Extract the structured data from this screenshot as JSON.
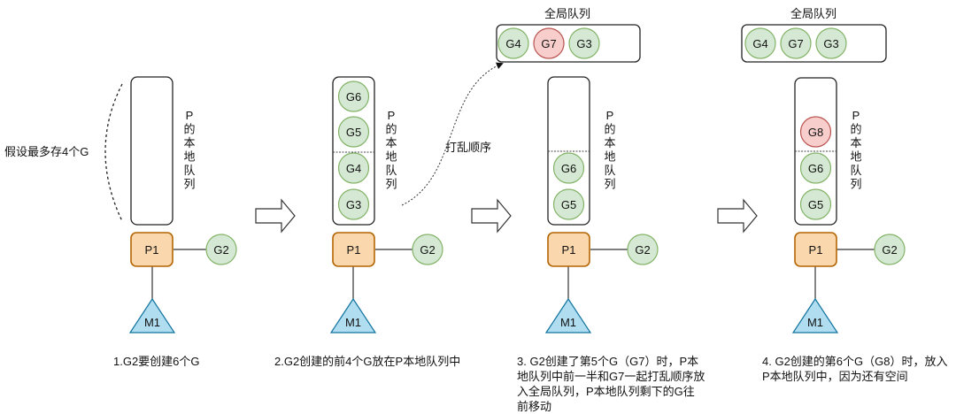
{
  "colors": {
    "g_green_fill": "#d5e8d4",
    "g_green_stroke": "#82b366",
    "g_red_fill": "#f8cecc",
    "g_red_stroke": "#b85450",
    "p_fill": "#fad7ac",
    "p_stroke": "#b46504",
    "m_fill": "#b1ddf0",
    "m_stroke": "#10739e",
    "line": "#333333"
  },
  "labels": {
    "local_queue_vertical": [
      "P",
      "的",
      "本",
      "地",
      "队",
      "列"
    ],
    "global_queue": "全局队列",
    "capacity_note": "假设最多存4个G",
    "shuffle_note": "打乱顺序"
  },
  "panels": [
    {
      "processor": "P1",
      "machine": "M1",
      "running_g": "G2",
      "local_queue": [],
      "global_queue": null,
      "caption": [
        "1.G2要创建6个G"
      ]
    },
    {
      "processor": "P1",
      "machine": "M1",
      "running_g": "G2",
      "local_queue": [
        {
          "label": "G6",
          "state": "normal"
        },
        {
          "label": "G5",
          "state": "normal"
        },
        {
          "label": "G4",
          "state": "normal"
        },
        {
          "label": "G3",
          "state": "normal"
        }
      ],
      "global_queue": null,
      "caption": [
        "2.G2创建的前4个G放在P本地队列中"
      ]
    },
    {
      "processor": "P1",
      "machine": "M1",
      "running_g": "G2",
      "local_queue": [
        {
          "label": "G6",
          "state": "normal"
        },
        {
          "label": "G5",
          "state": "normal"
        }
      ],
      "global_queue": [
        {
          "label": "G4",
          "state": "normal"
        },
        {
          "label": "G7",
          "state": "new"
        },
        {
          "label": "G3",
          "state": "normal"
        }
      ],
      "caption": [
        "3. G2创建了第5个G（G7）时，P本",
        "地队列中前一半和G7一起打乱顺序放",
        "入全局队列，P本地队列剩下的G往",
        "前移动"
      ]
    },
    {
      "processor": "P1",
      "machine": "M1",
      "running_g": "G2",
      "local_queue": [
        {
          "label": "G8",
          "state": "new"
        },
        {
          "label": "G6",
          "state": "normal"
        },
        {
          "label": "G5",
          "state": "normal"
        }
      ],
      "global_queue": [
        {
          "label": "G4",
          "state": "normal"
        },
        {
          "label": "G7",
          "state": "normal"
        },
        {
          "label": "G3",
          "state": "normal"
        }
      ],
      "caption": [
        "4. G2创建的第6个G（G8）时，放入",
        "P本地队列中，因为还有空间"
      ]
    }
  ]
}
